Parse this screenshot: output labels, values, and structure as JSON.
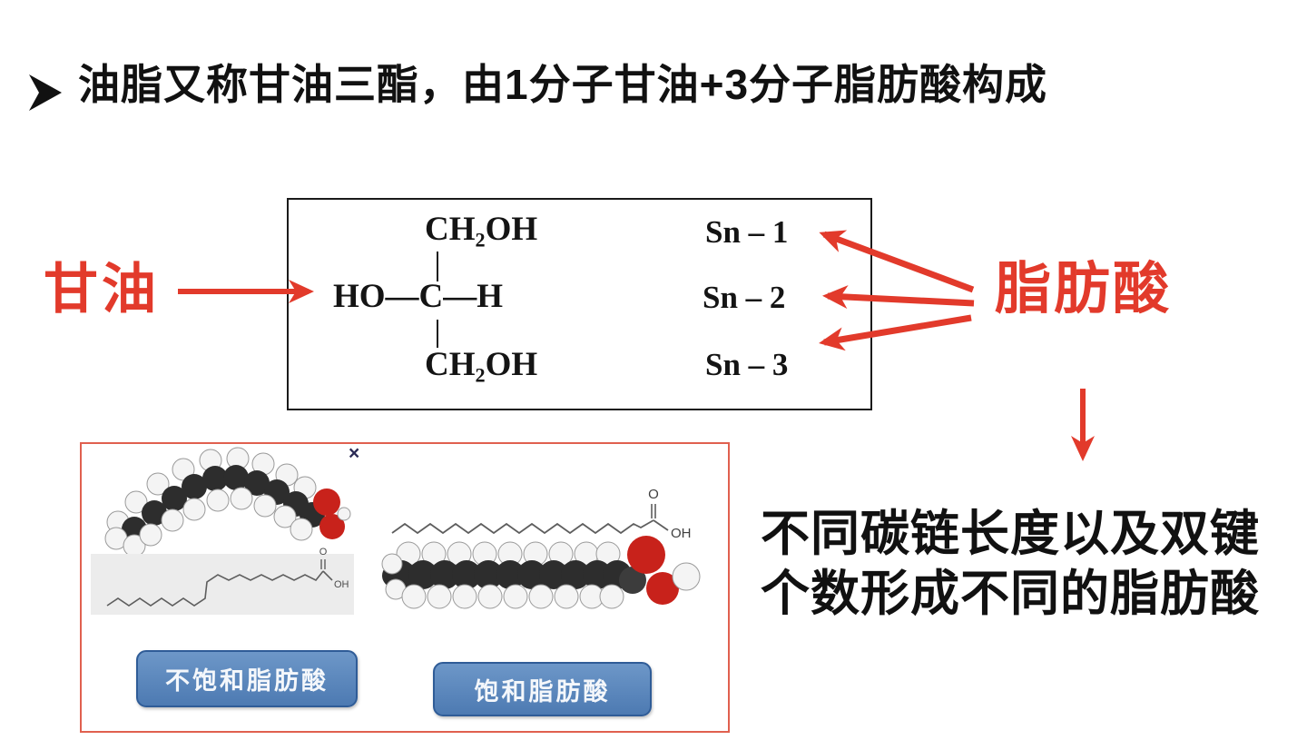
{
  "title": {
    "bullet": "➢",
    "text": "油脂又称甘油三酯，由1分子甘油+3分子脂肪酸构成"
  },
  "structure_box": {
    "top_carbon": "CH₂OH",
    "middle": "HO—C—H",
    "bottom_carbon": "CH₂OH",
    "sn": [
      "Sn – 1",
      "Sn – 2",
      "Sn – 3"
    ]
  },
  "labels": {
    "glycerol": "甘油",
    "fatty_acid": "脂肪酸"
  },
  "note": {
    "line1": "不同碳链长度以及双键",
    "line2": "个数形成不同的脂肪酸"
  },
  "image_panel": {
    "close": "×",
    "left_formula": {
      "o": "O",
      "oh": "OH"
    },
    "right_formula": {
      "o": "O",
      "oh": "OH"
    },
    "buttons": [
      {
        "label": "不饱和脂肪酸"
      },
      {
        "label": "饱和脂肪酸"
      }
    ]
  },
  "colors": {
    "accent_red": "#e23a2b",
    "panel_border_red": "#e0604f",
    "button_blue": "#5b86bb",
    "text_black": "#111111"
  }
}
